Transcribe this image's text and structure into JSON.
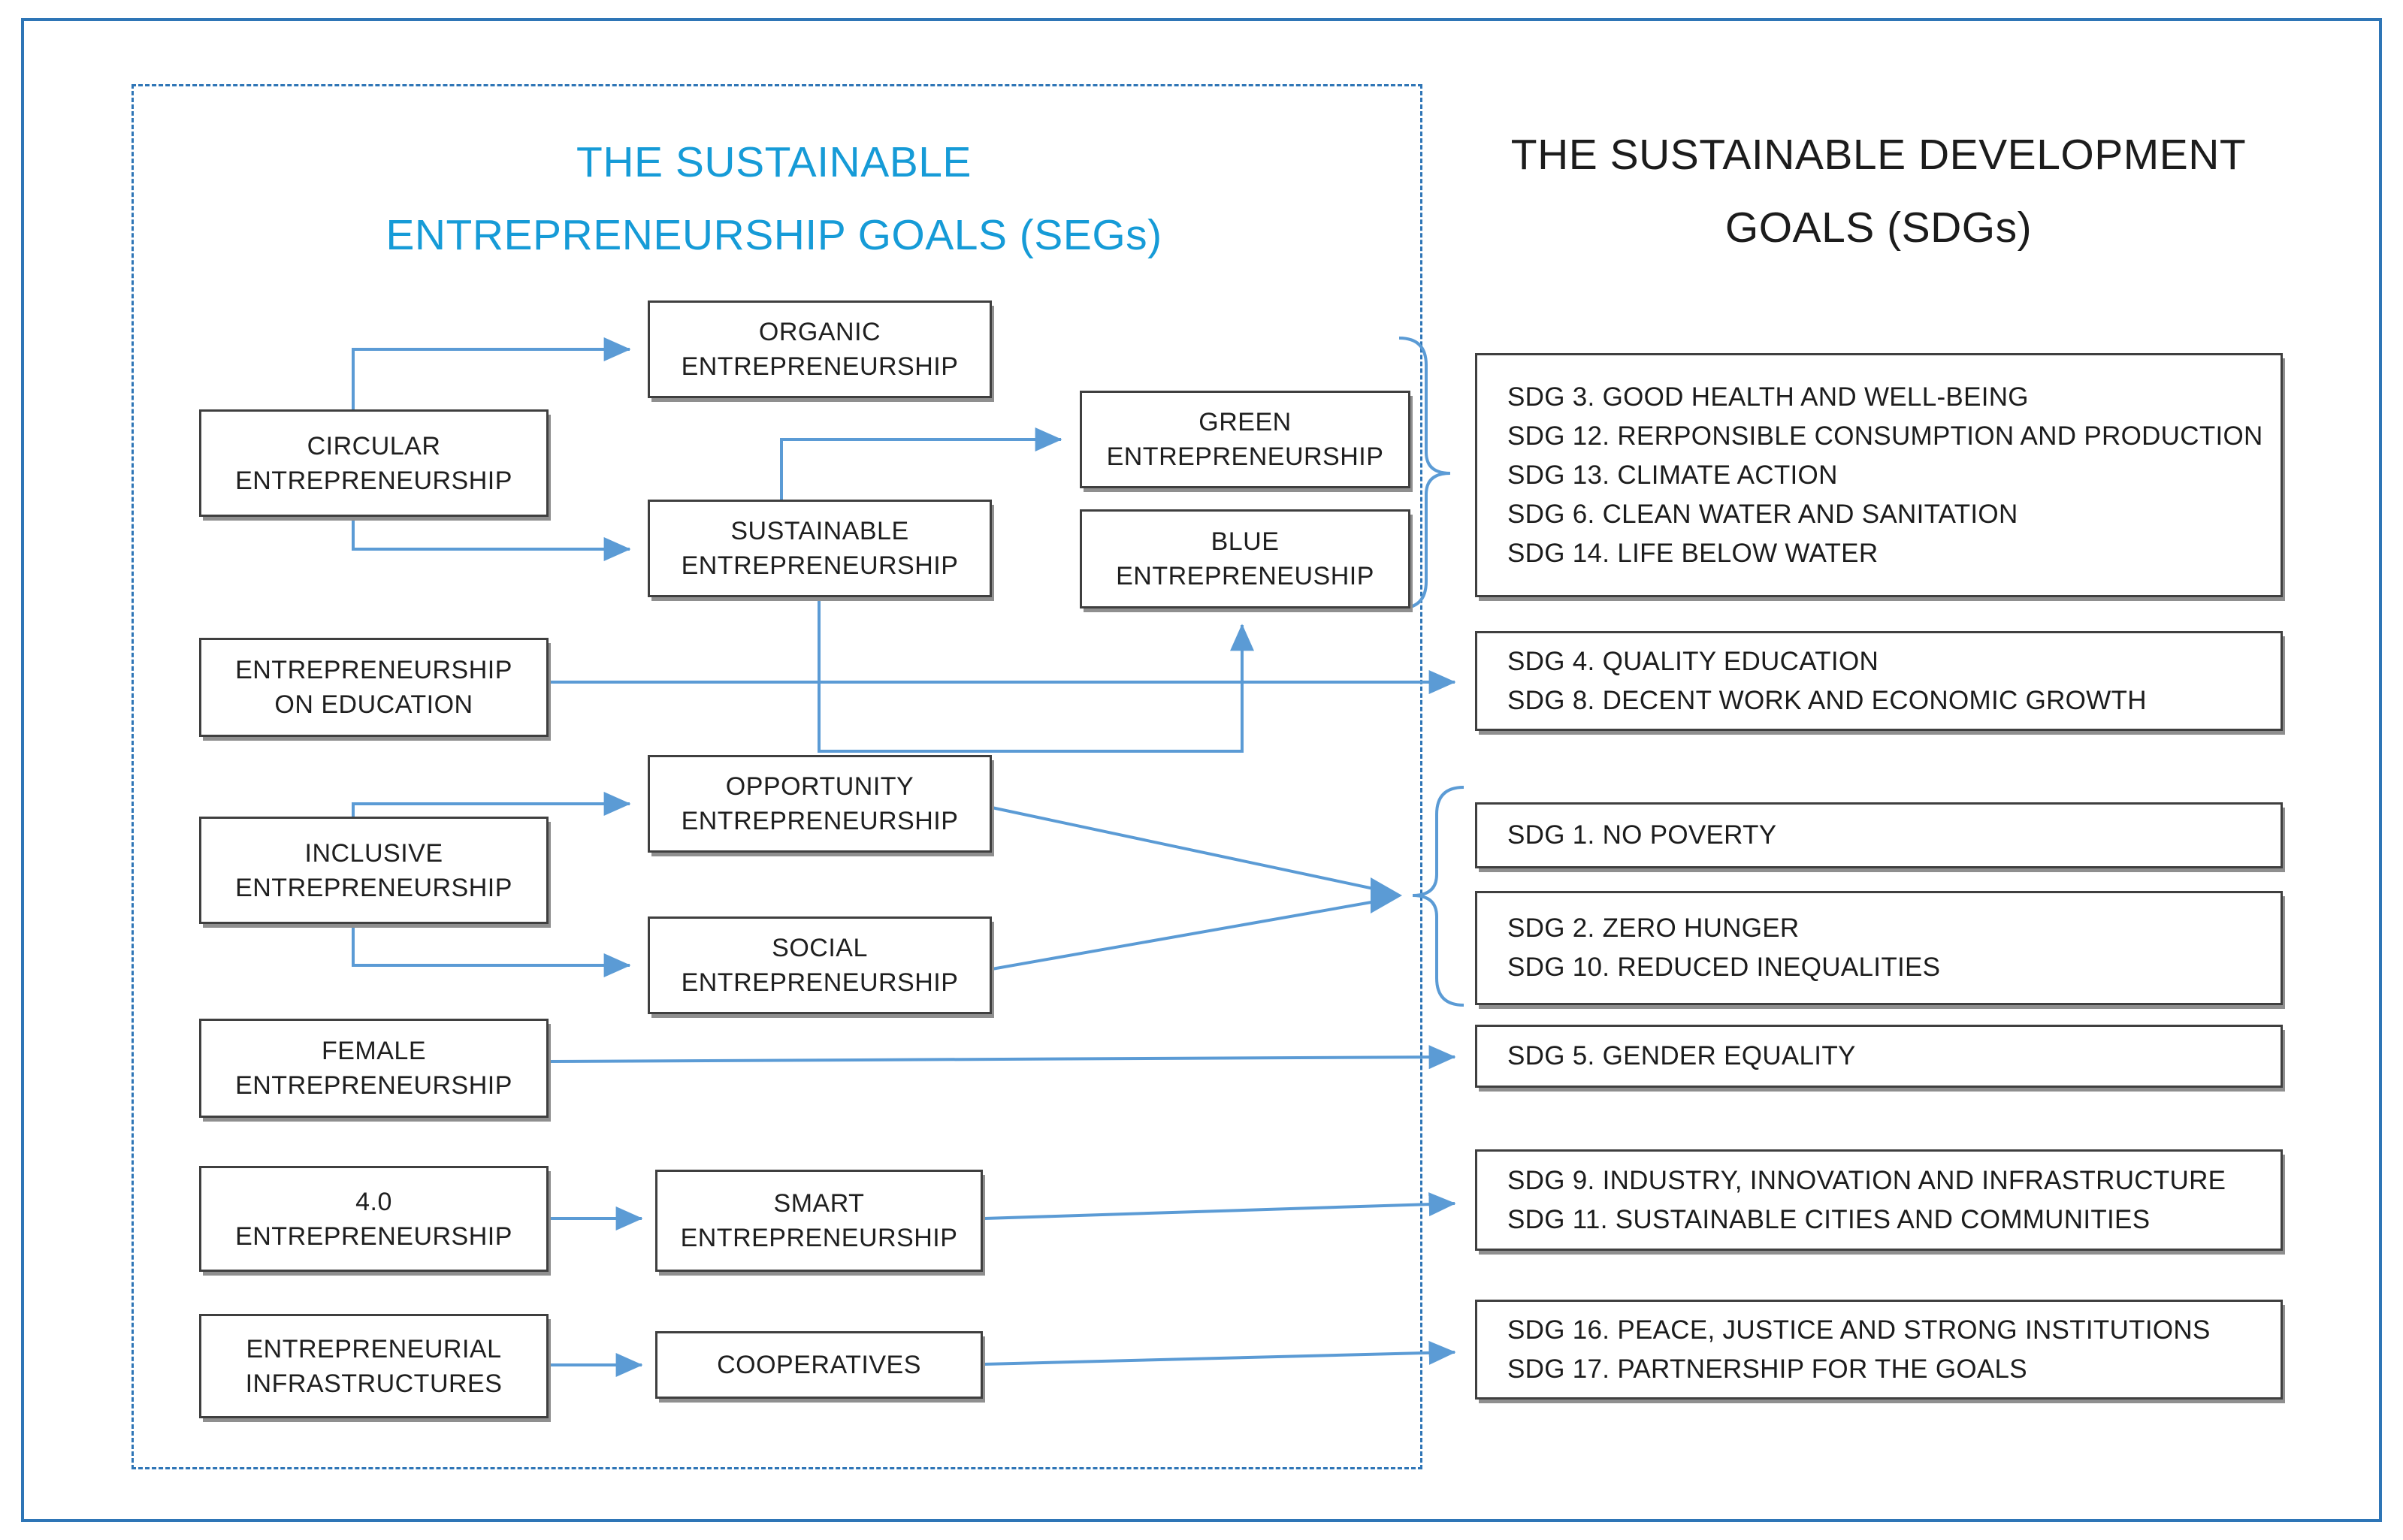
{
  "titles": {
    "left": "THE SUSTAINABLE\nENTREPRENEURSHIP GOALS (SEGs)",
    "right": "THE SUSTAINABLE DEVELOPMENT\nGOALS (SDGs)"
  },
  "seg": {
    "circular": "CIRCULAR\nENTREPRENEURSHIP",
    "organic": "ORGANIC\nENTREPRENEURSHIP",
    "sustainable": "SUSTAINABLE\nENTREPRENEURSHIP",
    "green": "GREEN\nENTREPRENEURSHIP",
    "blue": "BLUE\nENTREPRENEUSHIP",
    "education": "ENTREPRENEURSHIP\nON EDUCATION",
    "inclusive": "INCLUSIVE\nENTREPRENEURSHIP",
    "opportunity": "OPPORTUNITY\nENTREPRENEURSHIP",
    "social": "SOCIAL\nENTREPRENEURSHIP",
    "female": "FEMALE\nENTREPRENEURSHIP",
    "four_zero": "4.0\nENTREPRENEURSHIP",
    "smart": "SMART\nENTREPRENEURSHIP",
    "infrastructures": "ENTREPRENEURIAL\nINFRASTRUCTURES",
    "cooperatives": "COOPERATIVES"
  },
  "sdg": {
    "cluster1": [
      "SDG 3. GOOD HEALTH AND WELL-BEING",
      "SDG 12. RERPONSIBLE CONSUMPTION AND PRODUCTION",
      "SDG 13. CLIMATE ACTION",
      "SDG 6. CLEAN WATER AND SANITATION",
      "SDG 14. LIFE BELOW WATER"
    ],
    "cluster2": [
      "SDG 4. QUALITY EDUCATION",
      "SDG 8. DECENT WORK AND ECONOMIC GROWTH"
    ],
    "cluster3": [
      "SDG 1. NO POVERTY"
    ],
    "cluster4": [
      "SDG 2. ZERO HUNGER",
      "SDG 10. REDUCED INEQUALITIES"
    ],
    "cluster5": [
      "SDG 5. GENDER EQUALITY"
    ],
    "cluster6": [
      "SDG 9. INDUSTRY, INNOVATION AND INFRASTRUCTURE",
      "SDG 11. SUSTAINABLE CITIES AND COMMUNITIES"
    ],
    "cluster7": [
      "SDG 16. PEACE, JUSTICE AND STRONG INSTITUTIONS",
      "SDG 17. PARTNERSHIP FOR THE GOALS"
    ]
  },
  "colors": {
    "arrow_blue": "#5B9BD5",
    "frame_blue": "#2E75B6",
    "title_blue": "#169BD7",
    "box_border": "#3F3F3F",
    "text": "#1C1C1C"
  }
}
